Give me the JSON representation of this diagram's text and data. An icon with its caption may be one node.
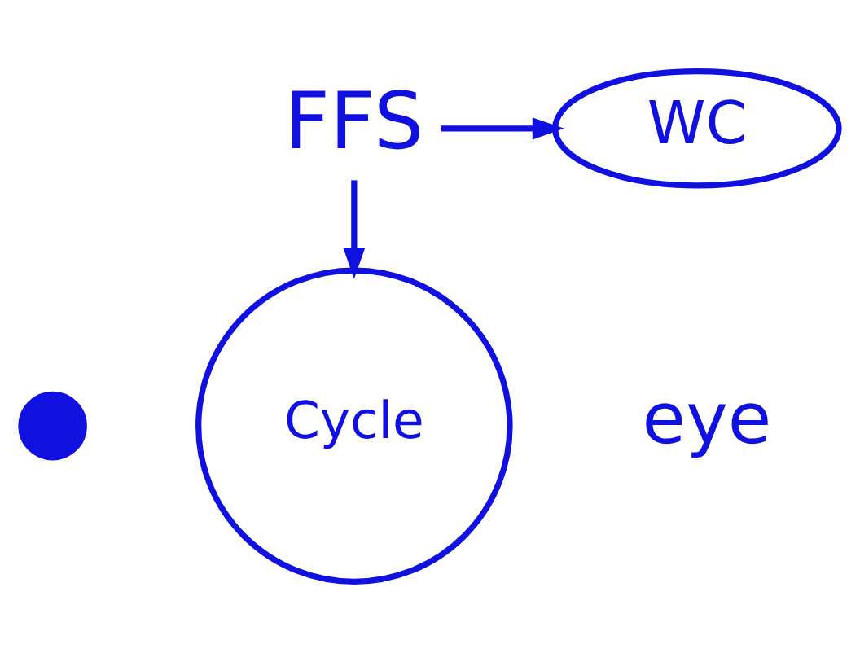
{
  "diagram": {
    "nodes": [
      {
        "text": [
          "FFS"
        ]
      },
      {
        "text": [
          "WC"
        ]
      },
      {
        "text": [],
        "shape": "circle"
      },
      {
        "text": [
          "Cycle"
        ],
        "beside": [
          "eye"
        ]
      }
    ],
    "edges": [
      {
        "from": 0,
        "to": 1,
        "arrow": "to"
      },
      {
        "from": 0,
        "to": 3,
        "arrow": "to"
      }
    ]
  }
}
